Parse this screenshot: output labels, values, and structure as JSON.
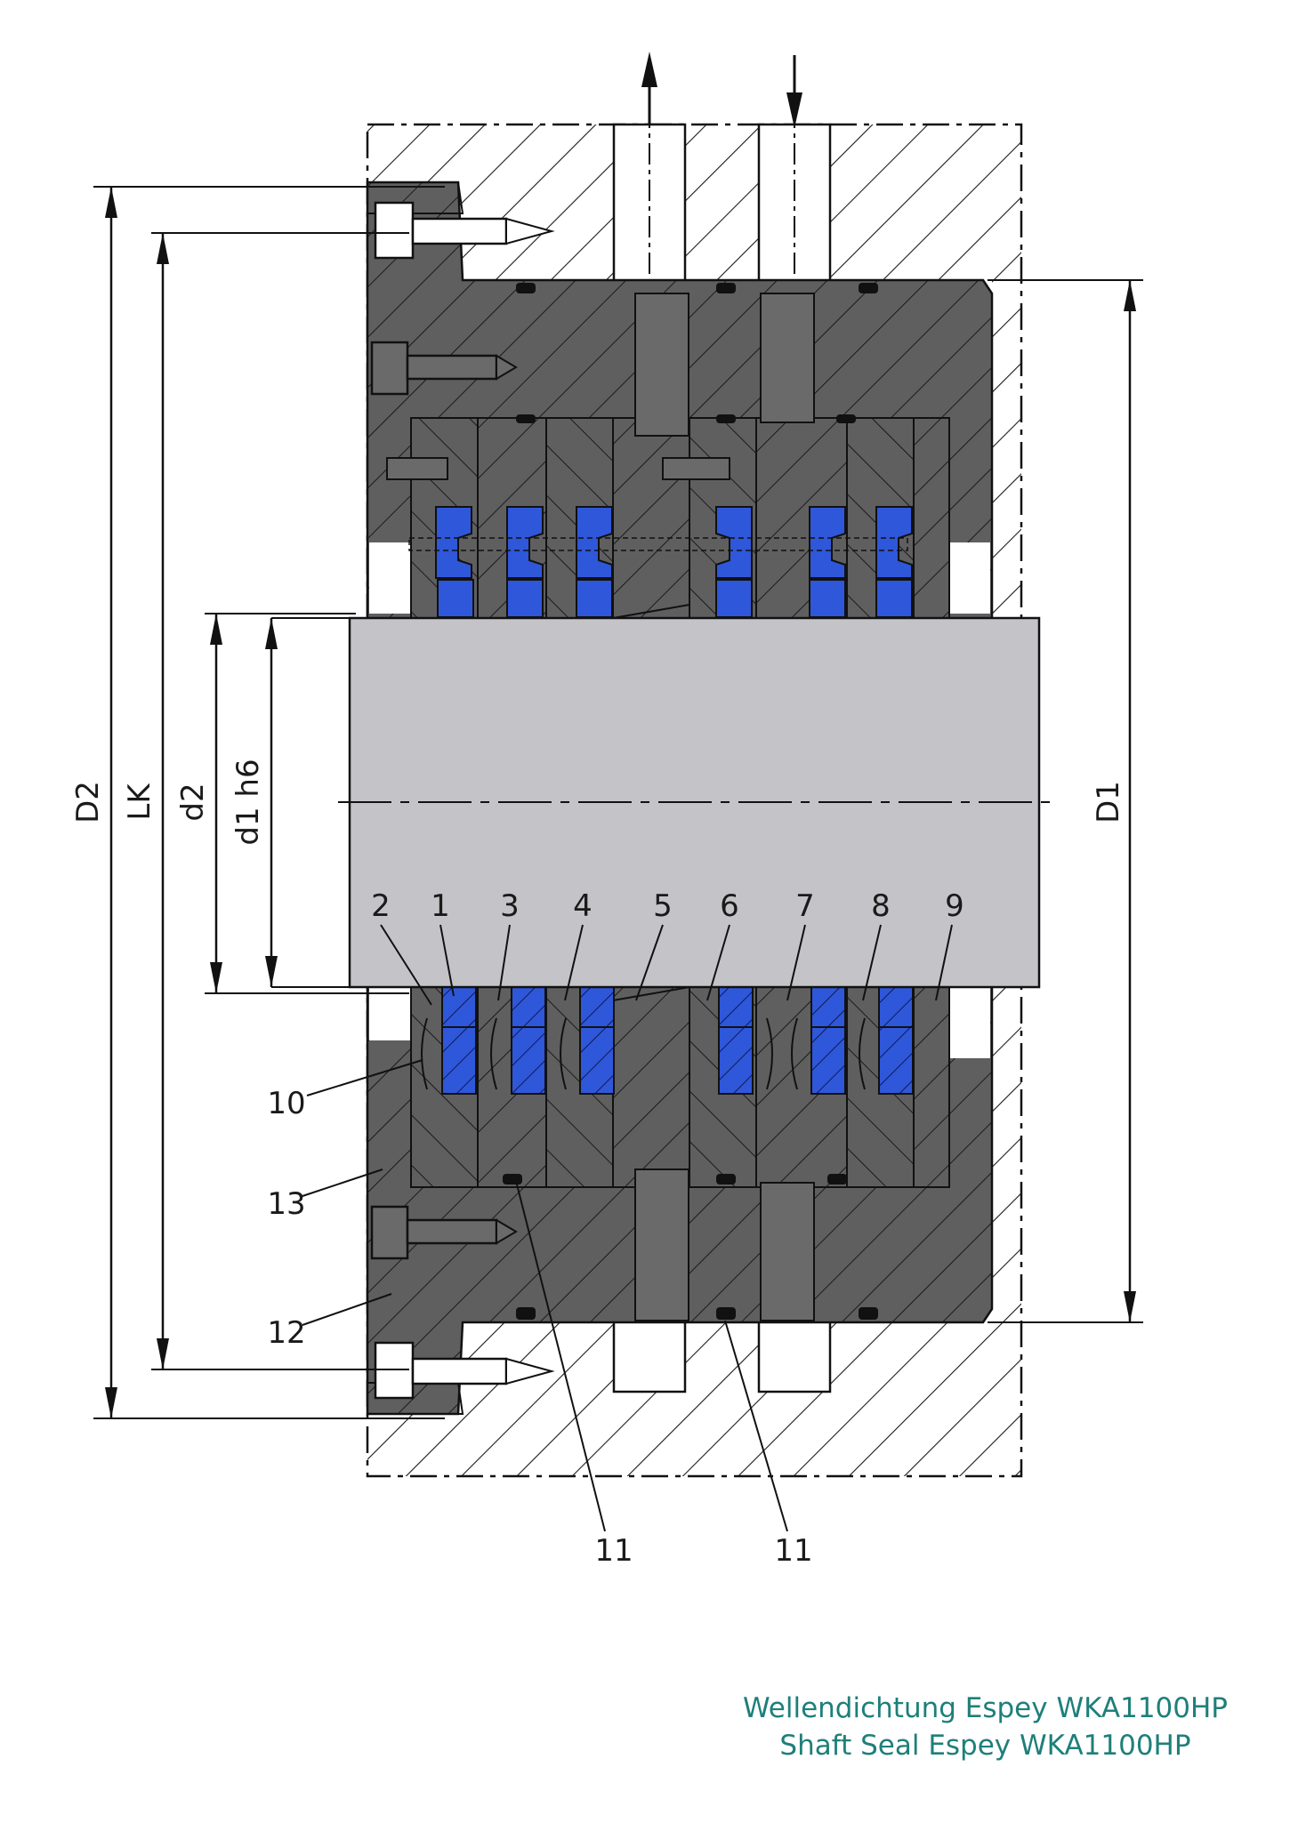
{
  "dimensions": {
    "d2_outer": "D2",
    "lk": "LK",
    "d2": "d2",
    "d1": "d1 h6",
    "d1_right": "D1"
  },
  "part_numbers": {
    "p1": "1",
    "p2": "2",
    "p3": "3",
    "p4": "4",
    "p5": "5",
    "p6": "6",
    "p7": "7",
    "p8": "8",
    "p9": "9",
    "p10": "10",
    "p11a": "11",
    "p11b": "11",
    "p12": "12",
    "p13": "13"
  },
  "caption": {
    "line1": "Wellendichtung Espey WKA1100HP",
    "line2": "Shaft Seal Espey WKA1100HP"
  },
  "colors": {
    "housing": "#5f5f5f",
    "shaft": "#c4c4c8",
    "seal_blue": "#2f57d9",
    "caption": "#1e7f7a"
  }
}
